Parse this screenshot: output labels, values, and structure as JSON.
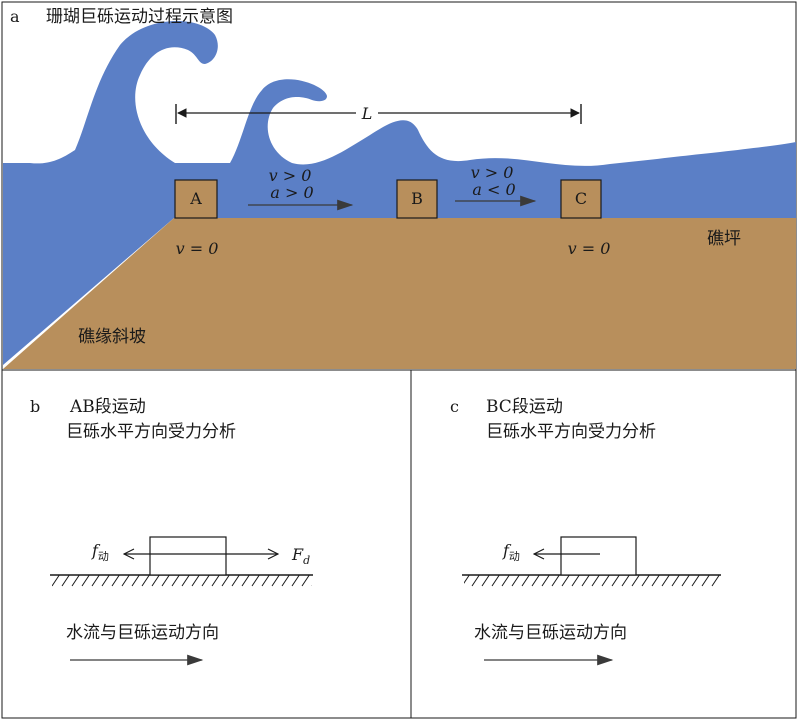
{
  "panel_a": {
    "letter": "a",
    "title": "珊瑚巨砾运动过程示意图",
    "distance_label": "L",
    "blocks": {
      "a": "A",
      "b": "B",
      "c": "C"
    },
    "ab_velocity": "v > 0",
    "ab_accel": "a > 0",
    "bc_velocity": "v > 0",
    "bc_accel": "a < 0",
    "a_rest": "v = 0",
    "c_rest": "v = 0",
    "reef_flat": "礁坪",
    "reef_slope": "礁缘斜坡"
  },
  "panel_b": {
    "letter": "b",
    "title_line1": "AB段运动",
    "title_line2": "巨砾水平方向受力分析",
    "friction_main": "f",
    "friction_sub": "动",
    "drag_main": "F",
    "drag_sub": "d",
    "direction_label": "水流与巨砾运动方向"
  },
  "panel_c": {
    "letter": "c",
    "title_line1": "BC段运动",
    "title_line2": "巨砾水平方向受力分析",
    "friction_main": "f",
    "friction_sub": "动",
    "direction_label": "水流与巨砾运动方向"
  },
  "colors": {
    "water": "#5b7fc6",
    "sand": "#b88f5c",
    "block": "#b88f5c",
    "line": "#1a1a1a",
    "arrow_fill": "#3a3a3a"
  }
}
